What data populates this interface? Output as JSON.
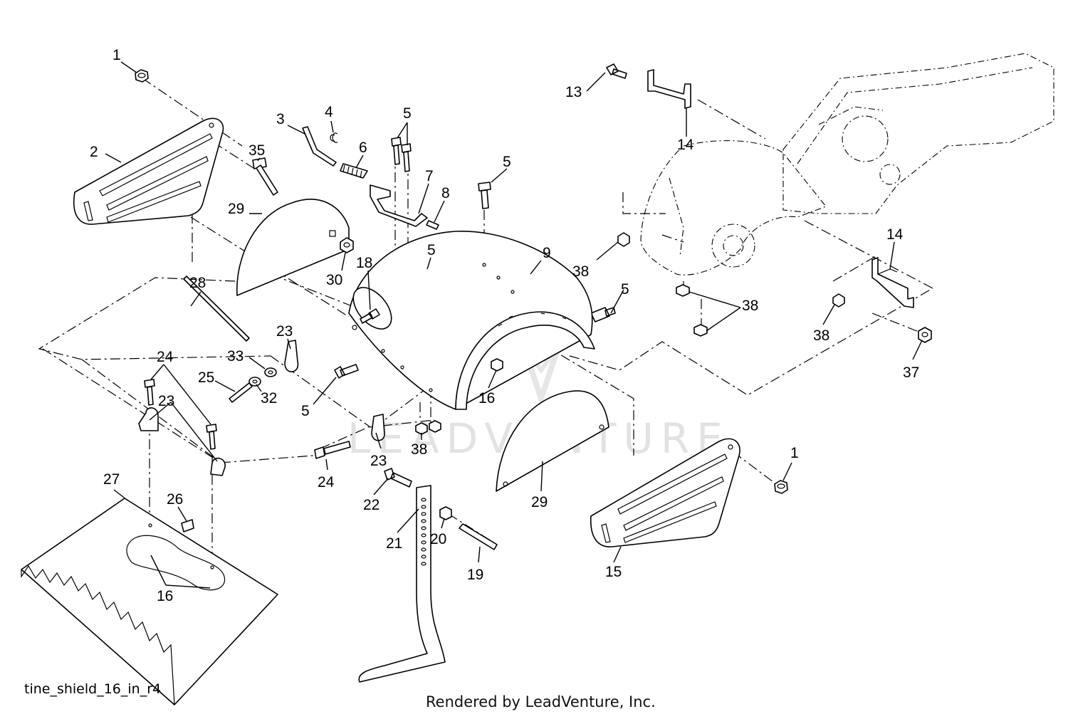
{
  "diagram": {
    "filename_label": "tine_shield_16_in_r4",
    "credit": "Rendered by LeadVenture, Inc.",
    "watermark": "LEADVENTURE",
    "callouts": [
      {
        "id": "c1a",
        "text": "1"
      },
      {
        "id": "c2",
        "text": "2"
      },
      {
        "id": "c3",
        "text": "3"
      },
      {
        "id": "c4",
        "text": "4"
      },
      {
        "id": "c5a",
        "text": "5"
      },
      {
        "id": "c6",
        "text": "6"
      },
      {
        "id": "c7",
        "text": "7"
      },
      {
        "id": "c8",
        "text": "8"
      },
      {
        "id": "c5b",
        "text": "5"
      },
      {
        "id": "c35",
        "text": "35"
      },
      {
        "id": "c29a",
        "text": "29"
      },
      {
        "id": "c30",
        "text": "30"
      },
      {
        "id": "c18",
        "text": "18"
      },
      {
        "id": "c5c",
        "text": "5"
      },
      {
        "id": "c9",
        "text": "9"
      },
      {
        "id": "c13",
        "text": "13"
      },
      {
        "id": "c14a",
        "text": "14"
      },
      {
        "id": "c38a",
        "text": "38"
      },
      {
        "id": "c5d",
        "text": "5"
      },
      {
        "id": "c14b",
        "text": "14"
      },
      {
        "id": "c38b",
        "text": "38"
      },
      {
        "id": "c38c",
        "text": "38"
      },
      {
        "id": "c37",
        "text": "37"
      },
      {
        "id": "c28",
        "text": "28"
      },
      {
        "id": "c23a",
        "text": "23"
      },
      {
        "id": "c24a",
        "text": "24"
      },
      {
        "id": "c33",
        "text": "33"
      },
      {
        "id": "c25",
        "text": "25"
      },
      {
        "id": "c32",
        "text": "32"
      },
      {
        "id": "c5e",
        "text": "5"
      },
      {
        "id": "c16a",
        "text": "16"
      },
      {
        "id": "c23b",
        "text": "23"
      },
      {
        "id": "c38d",
        "text": "38"
      },
      {
        "id": "c23c",
        "text": "23"
      },
      {
        "id": "c24b",
        "text": "24"
      },
      {
        "id": "c27",
        "text": "27"
      },
      {
        "id": "c26",
        "text": "26"
      },
      {
        "id": "c22",
        "text": "22"
      },
      {
        "id": "c21",
        "text": "21"
      },
      {
        "id": "c20",
        "text": "20"
      },
      {
        "id": "c19",
        "text": "19"
      },
      {
        "id": "c29b",
        "text": "29"
      },
      {
        "id": "c1b",
        "text": "1"
      },
      {
        "id": "c15",
        "text": "15"
      },
      {
        "id": "c16b",
        "text": "16"
      }
    ]
  }
}
